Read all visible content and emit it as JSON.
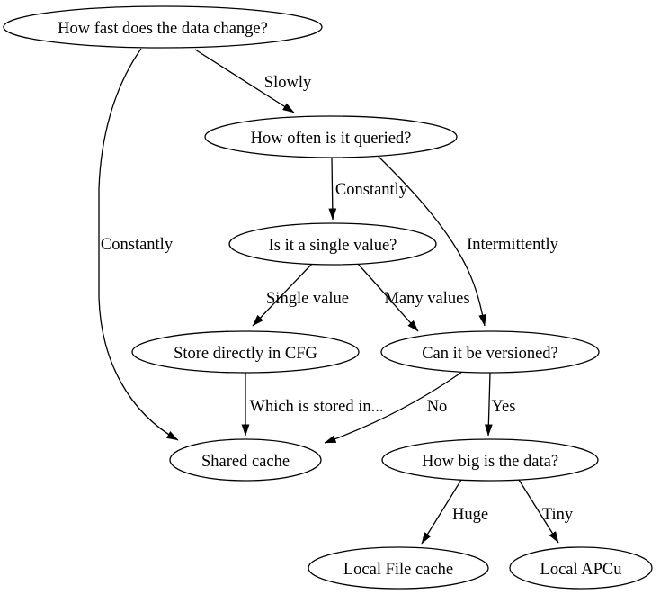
{
  "diagram": {
    "type": "flowchart",
    "topic": "Data caching strategy decision tree",
    "colors": {
      "background": "#ffffff",
      "node_fill": "#ffffff",
      "stroke": "#000000",
      "text": "#000000"
    },
    "nodes": {
      "how_fast": {
        "label": "How fast does the data change?"
      },
      "how_often": {
        "label": "How often is it queried?"
      },
      "single_value": {
        "label": "Is it a single value?"
      },
      "store_cfg": {
        "label": "Store directly in CFG"
      },
      "versioned": {
        "label": "Can it be versioned?"
      },
      "shared_cache": {
        "label": "Shared cache"
      },
      "how_big": {
        "label": "How big is the data?"
      },
      "local_file": {
        "label": "Local File cache"
      },
      "local_apcu": {
        "label": "Local APCu"
      }
    },
    "edges": {
      "slowly": {
        "from": "how_fast",
        "to": "how_often",
        "label": "Slowly"
      },
      "constantly_left": {
        "from": "how_fast",
        "to": "shared_cache",
        "label": "Constantly"
      },
      "constantly_mid": {
        "from": "how_often",
        "to": "single_value",
        "label": "Constantly"
      },
      "intermittently": {
        "from": "how_often",
        "to": "versioned",
        "label": "Intermittently"
      },
      "single_value": {
        "from": "single_value",
        "to": "store_cfg",
        "label": "Single value"
      },
      "many_values": {
        "from": "single_value",
        "to": "versioned",
        "label": "Many values"
      },
      "stored_in": {
        "from": "store_cfg",
        "to": "shared_cache",
        "label": "Which is stored in..."
      },
      "no": {
        "from": "versioned",
        "to": "shared_cache",
        "label": "No"
      },
      "yes": {
        "from": "versioned",
        "to": "how_big",
        "label": "Yes"
      },
      "huge": {
        "from": "how_big",
        "to": "local_file",
        "label": "Huge"
      },
      "tiny": {
        "from": "how_big",
        "to": "local_apcu",
        "label": "Tiny"
      }
    }
  }
}
